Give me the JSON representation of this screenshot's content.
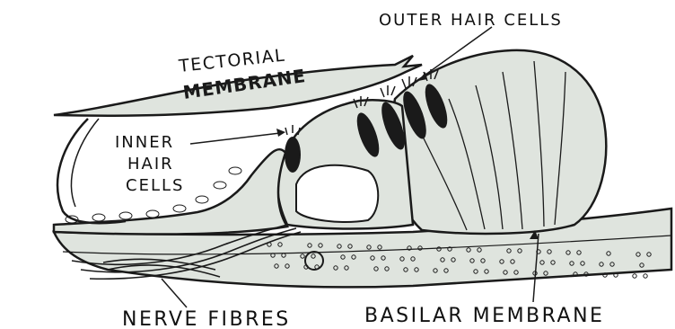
{
  "labels": {
    "outer_hair_cells": "OUTER HAIR CELLS",
    "tectorial": "TECTORIAL",
    "membrane": "MEMBRANE",
    "inner_line1": "INNER",
    "inner_line2": "HAIR",
    "inner_line3": "CELLS",
    "nerve_fibres": "NERVE FIBRES",
    "basilar_membrane": "BASILAR MEMBRANE"
  },
  "colors": {
    "ink": "#1a1a1a",
    "tissue": "#dfe4de",
    "background": "#ffffff"
  }
}
